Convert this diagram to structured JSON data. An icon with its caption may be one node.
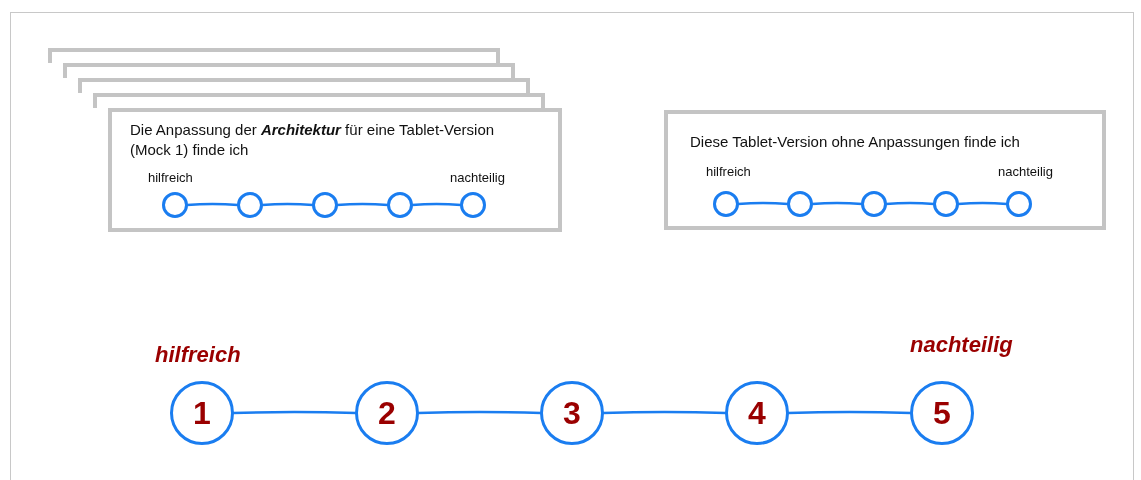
{
  "diagram": {
    "nodes": [
      {
        "text": [],
        "shape": "box"
      },
      {
        "text": [],
        "shape": "box"
      },
      {
        "text": [],
        "shape": "box"
      },
      {
        "text": [],
        "shape": "box"
      },
      {
        "text": [
          "Die Anpassung der **Architektur** für eine Tablet-Version (Mock 1) finde ich",
          "hilfreich",
          "nachteilig"
        ]
      },
      {
        "text": [],
        "shape": "circle",
        "in": 4
      },
      {
        "text": [],
        "shape": "circle",
        "in": 4
      },
      {
        "text": [],
        "shape": "circle",
        "in": 4
      },
      {
        "text": [],
        "shape": "circle",
        "in": 4
      },
      {
        "text": [],
        "shape": "circle",
        "in": 4
      },
      {
        "text": [
          "Diese Tablet-Version ohne Anpassungen finde ich",
          "hilfreich",
          "nachteilig"
        ]
      },
      {
        "text": [],
        "shape": "circle",
        "in": 10
      },
      {
        "text": [],
        "shape": "circle",
        "in": 10
      },
      {
        "text": [],
        "shape": "circle",
        "in": 10
      },
      {
        "text": [],
        "shape": "circle",
        "in": 10
      },
      {
        "text": [],
        "shape": "circle",
        "in": 10
      },
      {
        "text": [
          "1"
        ],
        "beside": [
          "hilfreich"
        ]
      },
      {
        "text": [
          "2"
        ]
      },
      {
        "text": [
          "3"
        ]
      },
      {
        "text": [
          "4"
        ]
      },
      {
        "text": [
          "5"
        ],
        "beside": [
          "nachteilig"
        ]
      }
    ],
    "edges": [
      {
        "from": 5,
        "to": 6,
        "arrow": "none"
      },
      {
        "from": 6,
        "to": 7,
        "arrow": "none"
      },
      {
        "from": 7,
        "to": 8,
        "arrow": "none"
      },
      {
        "from": 8,
        "to": 9,
        "arrow": "none"
      },
      {
        "from": 11,
        "to": 12,
        "arrow": "none"
      },
      {
        "from": 12,
        "to": 13,
        "arrow": "none"
      },
      {
        "from": 13,
        "to": 14,
        "arrow": "none"
      },
      {
        "from": 14,
        "to": 15,
        "arrow": "none"
      },
      {
        "from": 16,
        "to": 17,
        "arrow": "none"
      },
      {
        "from": 17,
        "to": 18,
        "arrow": "none"
      },
      {
        "from": 18,
        "to": 19,
        "arrow": "none"
      },
      {
        "from": 19,
        "to": 20,
        "arrow": "none"
      }
    ]
  }
}
